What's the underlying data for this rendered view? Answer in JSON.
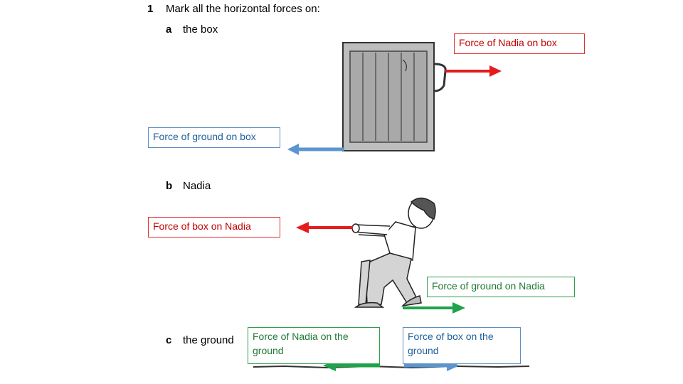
{
  "question": {
    "number": "1",
    "title": "Mark all the horizontal forces on:"
  },
  "parts": [
    {
      "letter": "a",
      "text": "the box"
    },
    {
      "letter": "b",
      "text": "Nadia"
    },
    {
      "letter": "c",
      "text": "the ground"
    }
  ],
  "labels": {
    "nadia_on_box": "Force of Nadia on box",
    "ground_on_box": "Force of ground on box",
    "box_on_nadia": "Force of box on Nadia",
    "ground_on_nadia": "Force of ground on Nadia",
    "nadia_on_ground": "Force of Nadia on the ground",
    "box_on_ground": "Force of box on the ground"
  },
  "colors": {
    "red": "#e51c1c",
    "blue": "#5b95d0",
    "green": "#1fa34a"
  }
}
